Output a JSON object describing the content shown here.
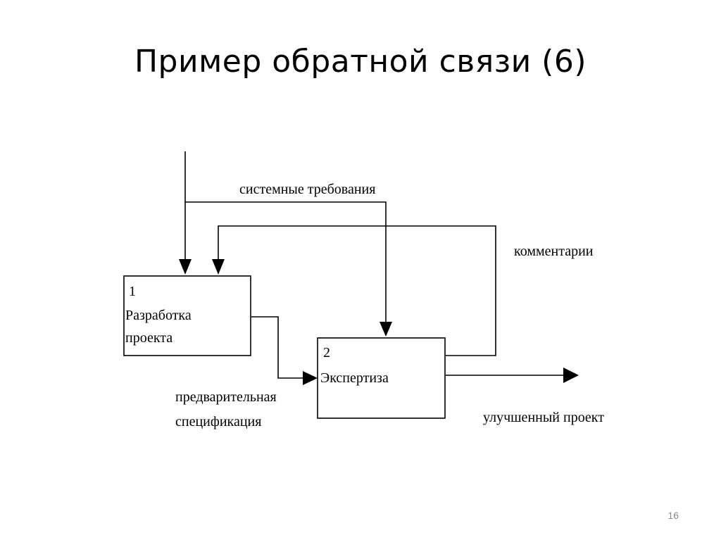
{
  "slide": {
    "title": "Пример обратной связи (6)",
    "page_number": "16"
  },
  "diagram": {
    "blocks": [
      {
        "number": "1",
        "label_lines": [
          "Разработка",
          "проекта"
        ]
      },
      {
        "number": "2",
        "label_lines": [
          "Экспертиза"
        ]
      }
    ],
    "arrows": {
      "system_requirements": "системные требования",
      "comments": "комментарии",
      "preliminary_spec_lines": [
        "предварительная",
        "спецификация"
      ],
      "improved_project": "улучшенный проект"
    }
  },
  "colors": {
    "line": "#000000",
    "background": "#ffffff",
    "page_number": "#8a8a8a"
  }
}
